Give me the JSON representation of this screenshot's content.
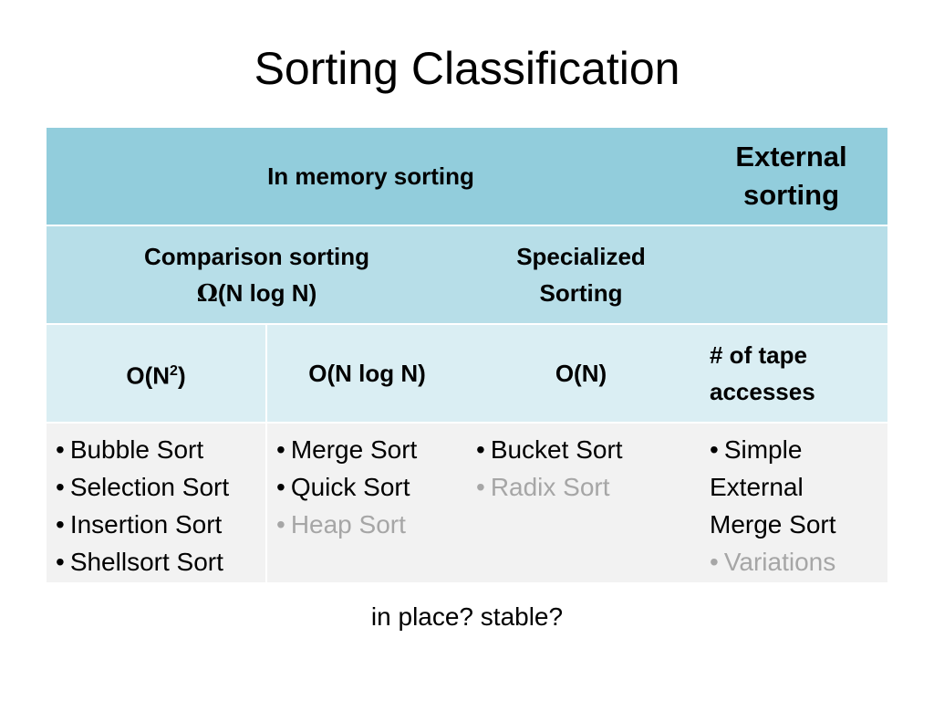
{
  "title": "Sorting Classification",
  "table": {
    "row1": {
      "in_memory": "In memory sorting",
      "external_line1": "External",
      "external_line2": "sorting"
    },
    "row2": {
      "comparison_line1": "Comparison sorting",
      "omega_symbol": "Ω",
      "comparison_line2": "(N log N)",
      "specialized_line1": "Specialized",
      "specialized_line2": "Sorting"
    },
    "row3": {
      "on2_base": "O(N",
      "on2_exp": "2",
      "on2_close": ")",
      "onlogn": "O(N log N)",
      "on": "O(N)",
      "tape_line1": "# of tape",
      "tape_line2": "accesses"
    },
    "row4": {
      "col1": [
        {
          "text": "Bubble Sort",
          "muted": false
        },
        {
          "text": "Selection Sort",
          "muted": false
        },
        {
          "text": "Insertion Sort",
          "muted": false
        },
        {
          "text": "Shellsort Sort",
          "muted": false
        }
      ],
      "col2": [
        {
          "text": "Merge Sort",
          "muted": false
        },
        {
          "text": "Quick Sort",
          "muted": false
        },
        {
          "text": "Heap Sort",
          "muted": true
        }
      ],
      "col3": [
        {
          "text": "Bucket Sort",
          "muted": false
        },
        {
          "text": "Radix Sort",
          "muted": true
        }
      ],
      "col4": [
        {
          "text": "Simple",
          "bullet": true,
          "muted": false
        },
        {
          "text": "External",
          "bullet": false,
          "muted": false
        },
        {
          "text": "Merge Sort",
          "bullet": false,
          "muted": false
        },
        {
          "text": "Variations",
          "bullet": true,
          "muted": true
        }
      ]
    }
  },
  "footer": "in place?  stable?",
  "colors": {
    "row1_bg": "#92cddc",
    "row2_bg": "#b7dee8",
    "row3_bg": "#daeef3",
    "row4_bg": "#f2f2f2",
    "muted_text": "#a6a6a6"
  }
}
